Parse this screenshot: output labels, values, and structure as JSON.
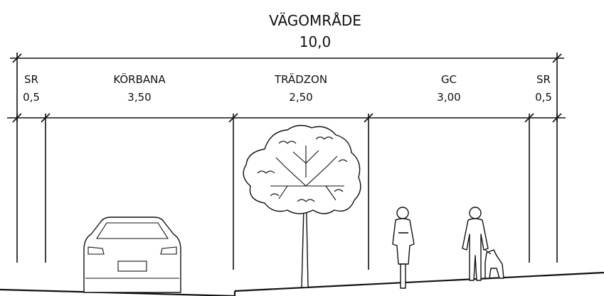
{
  "title": {
    "name": "VÄGOMRÅDE",
    "total": "10,0"
  },
  "segments": [
    {
      "id": "sr-left",
      "name": "SR",
      "width": "0,5"
    },
    {
      "id": "korbana",
      "name": "KÖRBANA",
      "width": "3,50"
    },
    {
      "id": "tradzon",
      "name": "TRÄDZON",
      "width": "2,50"
    },
    {
      "id": "gc",
      "name": "GC",
      "width": "3,00"
    },
    {
      "id": "sr-right",
      "name": "SR",
      "width": "0,5"
    }
  ],
  "objects": [
    "car-icon",
    "tree-icon",
    "cyclist-icon",
    "pedestrian-with-dog-icon"
  ]
}
